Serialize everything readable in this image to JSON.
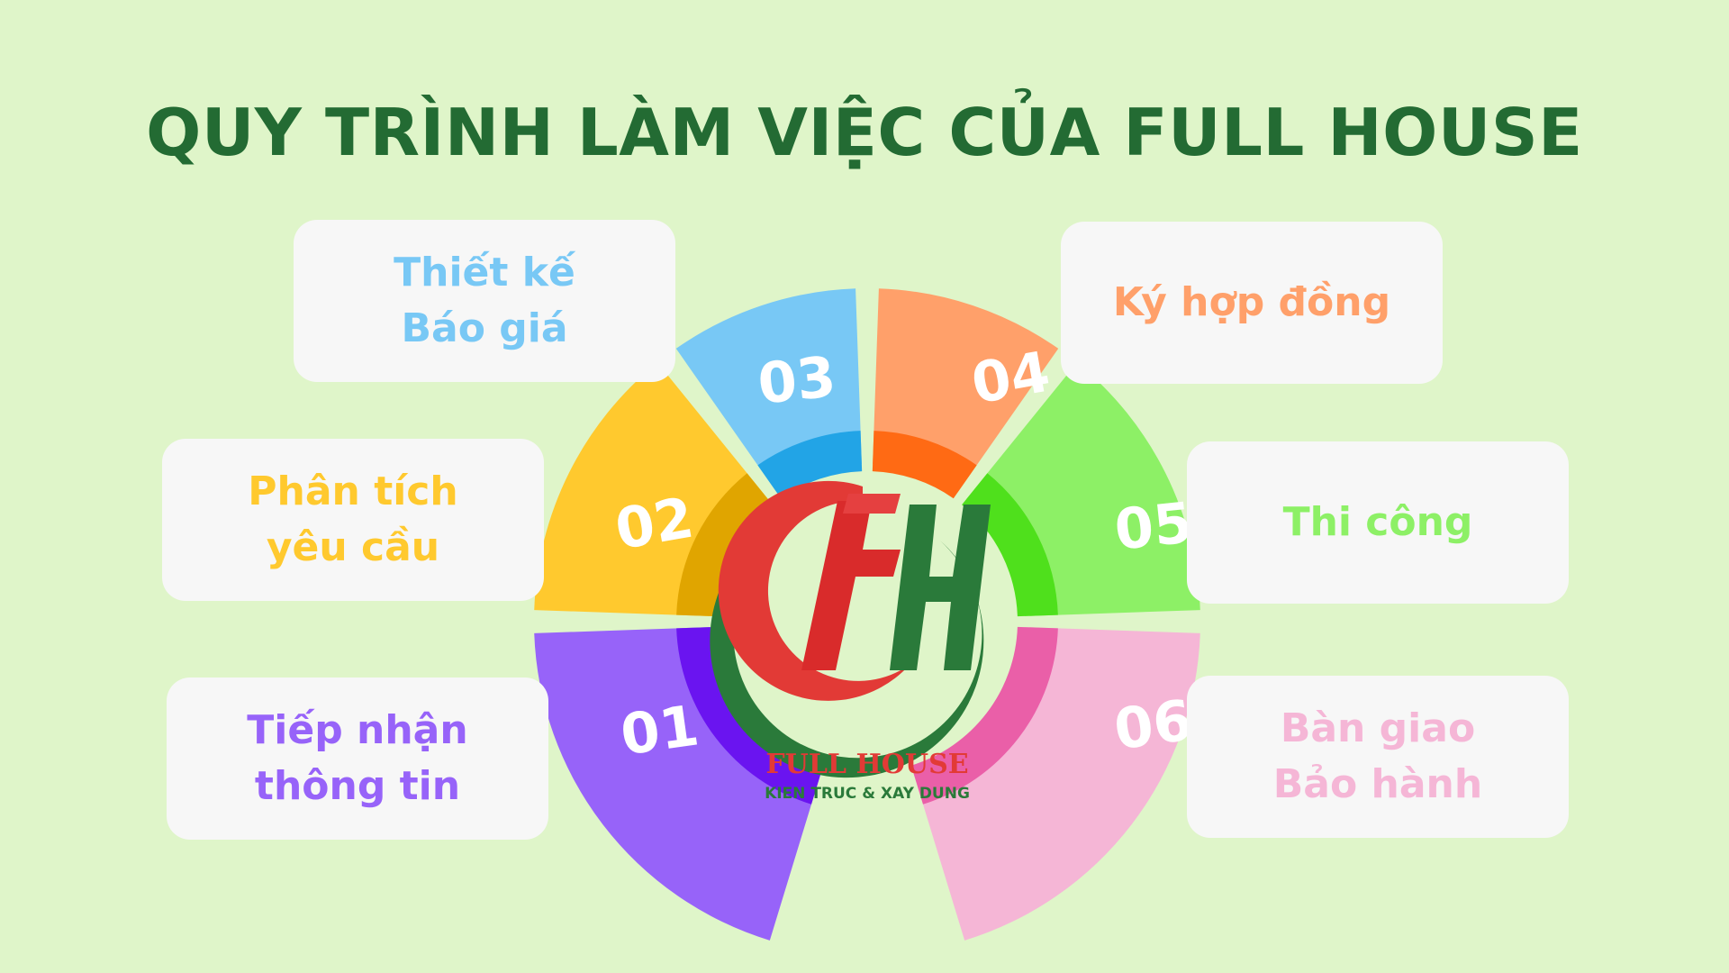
{
  "title": "QUY TRÌNH LÀM VIỆC CỦA FULL HOUSE",
  "steps": [
    {
      "number": "01",
      "lines": [
        "Tiếp nhận",
        "thông tin"
      ],
      "color": "#9763f9",
      "dark": "#6a14f0"
    },
    {
      "number": "02",
      "lines": [
        "Phân tích",
        "yêu cầu"
      ],
      "color": "#ffc92e",
      "dark": "#e0a500"
    },
    {
      "number": "03",
      "lines": [
        "Thiết kế",
        "Báo giá"
      ],
      "color": "#78c8f5",
      "dark": "#22a4e6"
    },
    {
      "number": "04",
      "lines": [
        "Ký hợp đồng"
      ],
      "color": "#ffa06a",
      "dark": "#ff6a14"
    },
    {
      "number": "05",
      "lines": [
        "Thi công"
      ],
      "color": "#8df066",
      "dark": "#4fe01c"
    },
    {
      "number": "06",
      "lines": [
        "Bàn giao",
        "Bảo hành"
      ],
      "color": "#f5b6d6",
      "dark": "#ea5fa8"
    }
  ],
  "logo": {
    "monogram": "FH",
    "name": "FULL HOUSE",
    "tagline": "KIEN TRUC & XAY DUNG",
    "red": "#e23a36",
    "green": "#2a7a3a"
  }
}
